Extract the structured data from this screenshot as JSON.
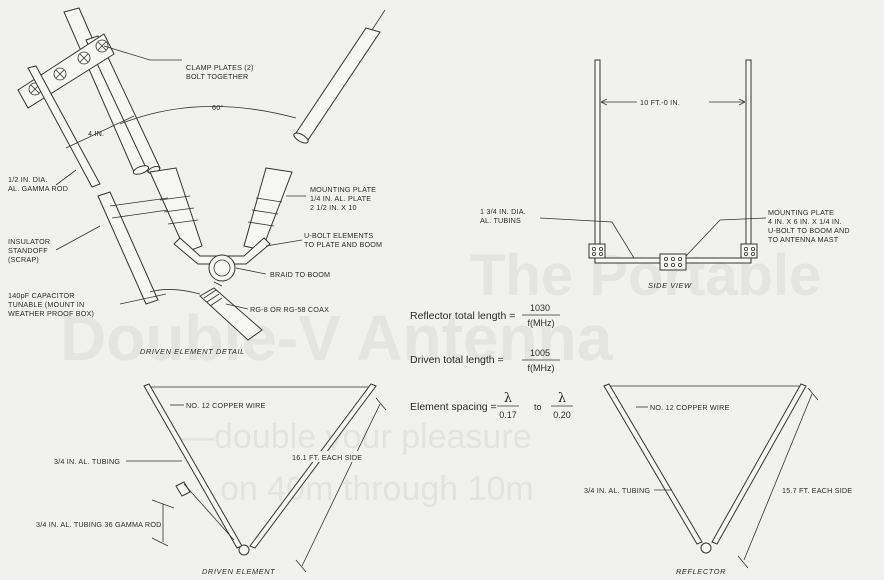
{
  "background_text": {
    "line1": "The Portable",
    "line2": "Double-V Antenna",
    "line3": "—double your pleasure",
    "line4": "on 40m through 10m"
  },
  "detail": {
    "clamp_plates": [
      "CLAMP PLATES (2)",
      "BOLT TOGETHER"
    ],
    "angle": "60°",
    "spacing": "4 IN.",
    "gamma_rod": [
      "1/2 IN. DIA.",
      "AL. GAMMA ROD"
    ],
    "insulator": [
      "INSULATOR",
      "STANDOFF",
      "(SCRAP)"
    ],
    "mounting_plate": [
      "MOUNTING PLATE",
      "1/4 IN. AL. PLATE",
      "2 1/2 IN. X 10"
    ],
    "ubolt": [
      "U-BOLT ELEMENTS",
      "TO PLATE AND BOOM"
    ],
    "braid": "BRAID TO BOOM",
    "capacitor": [
      "140pF CAPACITOR",
      "TUNABLE (MOUNT IN",
      "WEATHER PROOF BOX)"
    ],
    "coax": "RG-8 OR RG-58 COAX",
    "caption": "DRIVEN ELEMENT DETAIL"
  },
  "side_view": {
    "width": "10 FT.-0 IN.",
    "tubing": [
      "1 3/4 IN. DIA.",
      "AL. TUBINS"
    ],
    "mounting_plate": [
      "MOUNTING PLATE",
      "4 IN. X 6 IN. X 1/4 IN.",
      "U-BOLT TO BOOM AND",
      "TO ANTENNA MAST"
    ],
    "caption": "SIDE VIEW"
  },
  "formulas": {
    "reflector_label": "Reflector total length =",
    "reflector_num": "1030",
    "reflector_den": "f(MHz)",
    "driven_label": "Driven total length =",
    "driven_num": "1005",
    "driven_den": "f(MHz)",
    "spacing_label": "Element spacing =",
    "lambda": "λ",
    "spacing_den1": "0.17",
    "to": "to",
    "spacing_den2": "0.20"
  },
  "driven_element": {
    "wire": "NO. 12 COPPER WIRE",
    "tubing": "3/4 IN. AL. TUBING",
    "gamma": "3/4 IN. AL. TUBING 36 GAMMA ROD",
    "side": "16.1 FT. EACH SIDE",
    "caption": "DRIVEN ELEMENT"
  },
  "reflector": {
    "wire": "NO. 12 COPPER WIRE",
    "tubing": "3/4 IN. AL. TUBING",
    "side": "15.7 FT. EACH SIDE",
    "caption": "REFLECTOR"
  }
}
